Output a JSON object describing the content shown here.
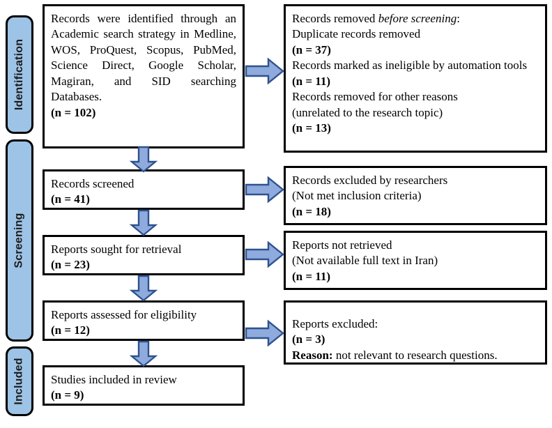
{
  "diagram": {
    "title": "PRISMA flow diagram",
    "colors": {
      "arrow_fill": "#8FAADC",
      "arrow_stroke": "#2E528F",
      "tab_fill": "#9DC3E6",
      "box_border": "#000000",
      "text": "#000000",
      "background": "#FFFFFF"
    }
  },
  "phases": [
    {
      "id": "identification",
      "label": "Identification"
    },
    {
      "id": "screening",
      "label": "Screening"
    },
    {
      "id": "included",
      "label": "Included"
    }
  ],
  "boxes": {
    "identification_records": {
      "lines": [
        {
          "text": "Records were identified through an Academic search strategy in Medline, WOS, ProQuest, Scopus, PubMed, Science Direct, Google Scholar, Magiran, and SID searching Databases.",
          "style": "normal"
        },
        {
          "text": "(n = 102)",
          "style": "bold"
        }
      ]
    },
    "records_removed": {
      "lines": [
        {
          "text": "Records removed ",
          "style": "normal",
          "italic_tail": "before screening",
          "tail": ":"
        },
        {
          "text": "Duplicate records removed",
          "style": "normal"
        },
        {
          "text": "(n = 37)",
          "style": "bold"
        },
        {
          "text": "Records marked as ineligible by automation tools",
          "style": "normal"
        },
        {
          "text": "(n = 11)",
          "style": "bold"
        },
        {
          "text": "Records removed for other reasons",
          "style": "normal"
        },
        {
          "text": "(unrelated to the research topic)",
          "style": "normal"
        },
        {
          "text": "(n = 13)",
          "style": "bold"
        }
      ]
    },
    "records_screened": {
      "lines": [
        {
          "text": "Records screened",
          "style": "normal"
        },
        {
          "text": "(n = 41)",
          "style": "bold"
        }
      ]
    },
    "records_excluded": {
      "lines": [
        {
          "text": "Records excluded by researchers",
          "style": "normal"
        },
        {
          "text": "(Not met inclusion criteria)",
          "style": "normal"
        },
        {
          "text": "(n = 18)",
          "style": "bold"
        }
      ]
    },
    "reports_sought": {
      "lines": [
        {
          "text": "Reports sought for retrieval",
          "style": "normal"
        },
        {
          "text": "(n = 23)",
          "style": "bold"
        }
      ]
    },
    "reports_not_retrieved": {
      "lines": [
        {
          "text": "Reports not retrieved",
          "style": "normal"
        },
        {
          "text": "(Not available full text in Iran)",
          "style": "normal"
        },
        {
          "text": "(n = 11)",
          "style": "bold"
        }
      ]
    },
    "reports_assessed": {
      "lines": [
        {
          "text": "Reports assessed for eligibility",
          "style": "normal"
        },
        {
          "text": "(n = 12)",
          "style": "bold"
        }
      ]
    },
    "reports_excluded": {
      "lines": [
        {
          "text": "Reports excluded:",
          "style": "normal"
        },
        {
          "text": "(n = 3)",
          "style": "bold"
        },
        {
          "text": "Reason:",
          "style": "bold",
          "tail": " not relevant to research questions."
        }
      ]
    },
    "studies_included": {
      "lines": [
        {
          "text": "Studies included in review",
          "style": "normal"
        },
        {
          "text": "(n = 9)",
          "style": "bold"
        }
      ]
    }
  },
  "connectors": [
    {
      "id": "identification-to-removed",
      "direction": "right"
    },
    {
      "id": "identification-to-screened",
      "direction": "down"
    },
    {
      "id": "screened-to-excluded",
      "direction": "right"
    },
    {
      "id": "screened-to-sought",
      "direction": "down"
    },
    {
      "id": "sought-to-not-retrieved",
      "direction": "right"
    },
    {
      "id": "sought-to-assessed",
      "direction": "down"
    },
    {
      "id": "assessed-to-excluded",
      "direction": "right"
    },
    {
      "id": "assessed-to-included",
      "direction": "down"
    }
  ]
}
